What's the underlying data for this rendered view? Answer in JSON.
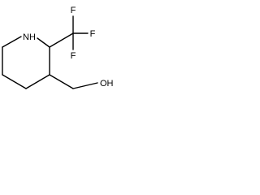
{
  "molecule": {
    "atoms": {
      "nitrogen": "N",
      "hydrogen": "H",
      "fluorine_top": "F",
      "fluorine_right": "F",
      "fluorine_bottom": "F",
      "hydroxyl": "OH"
    },
    "colors": {
      "bond": "#000000",
      "text": "#000000",
      "background": "#ffffff"
    }
  }
}
